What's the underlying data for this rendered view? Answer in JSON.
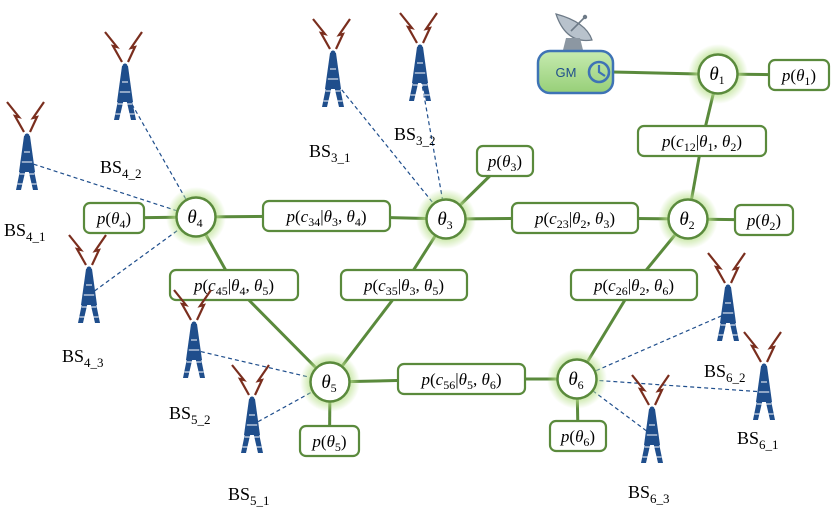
{
  "colors": {
    "edge": "#5a8a3c",
    "glow": "#b9e08c",
    "tower": "#1f4e8c",
    "link": "#1f4e8c",
    "lightning": "#7a2e1e",
    "gm_fill": "#a9dc8c",
    "gm_border": "#3e73b5"
  },
  "gm": {
    "label": "GM",
    "icons": [
      "satellite-dish-icon",
      "clock-icon"
    ]
  },
  "variables": [
    {
      "id": "t1",
      "text": "θ",
      "sub": "1"
    },
    {
      "id": "t2",
      "text": "θ",
      "sub": "2"
    },
    {
      "id": "t3",
      "text": "θ",
      "sub": "3"
    },
    {
      "id": "t4",
      "text": "θ",
      "sub": "4"
    },
    {
      "id": "t5",
      "text": "θ",
      "sub": "5"
    },
    {
      "id": "t6",
      "text": "θ",
      "sub": "6"
    }
  ],
  "prior_factors": [
    {
      "id": "p1",
      "text": "p(θ1)"
    },
    {
      "id": "p2",
      "text": "p(θ2)"
    },
    {
      "id": "p3",
      "text": "p(θ3)"
    },
    {
      "id": "p4",
      "text": "p(θ4)"
    },
    {
      "id": "p5",
      "text": "p(θ5)"
    },
    {
      "id": "p6",
      "text": "p(θ6)"
    }
  ],
  "pair_factors": [
    {
      "id": "c12",
      "text": "p(c12|θ1, θ2)"
    },
    {
      "id": "c23",
      "text": "p(c23|θ2, θ3)"
    },
    {
      "id": "c34",
      "text": "p(c34|θ3, θ4)"
    },
    {
      "id": "c45",
      "text": "p(c45|θ4, θ5)"
    },
    {
      "id": "c35",
      "text": "p(c35|θ3, θ5)"
    },
    {
      "id": "c26",
      "text": "p(c26|θ2, θ6)"
    },
    {
      "id": "c56",
      "text": "p(c56|θ5, θ6)"
    }
  ],
  "base_stations": [
    {
      "id": "BS4_1",
      "main": "BS",
      "sub": "4_1"
    },
    {
      "id": "BS4_2",
      "main": "BS",
      "sub": "4_2"
    },
    {
      "id": "BS4_3",
      "main": "BS",
      "sub": "4_3"
    },
    {
      "id": "BS3_1",
      "main": "BS",
      "sub": "3_1"
    },
    {
      "id": "BS3_2",
      "main": "BS",
      "sub": "3_2"
    },
    {
      "id": "BS5_1",
      "main": "BS",
      "sub": "5_1"
    },
    {
      "id": "BS5_2",
      "main": "BS",
      "sub": "5_2"
    },
    {
      "id": "BS6_1",
      "main": "BS",
      "sub": "6_1"
    },
    {
      "id": "BS6_2",
      "main": "BS",
      "sub": "6_2"
    },
    {
      "id": "BS6_3",
      "main": "BS",
      "sub": "6_3"
    }
  ]
}
